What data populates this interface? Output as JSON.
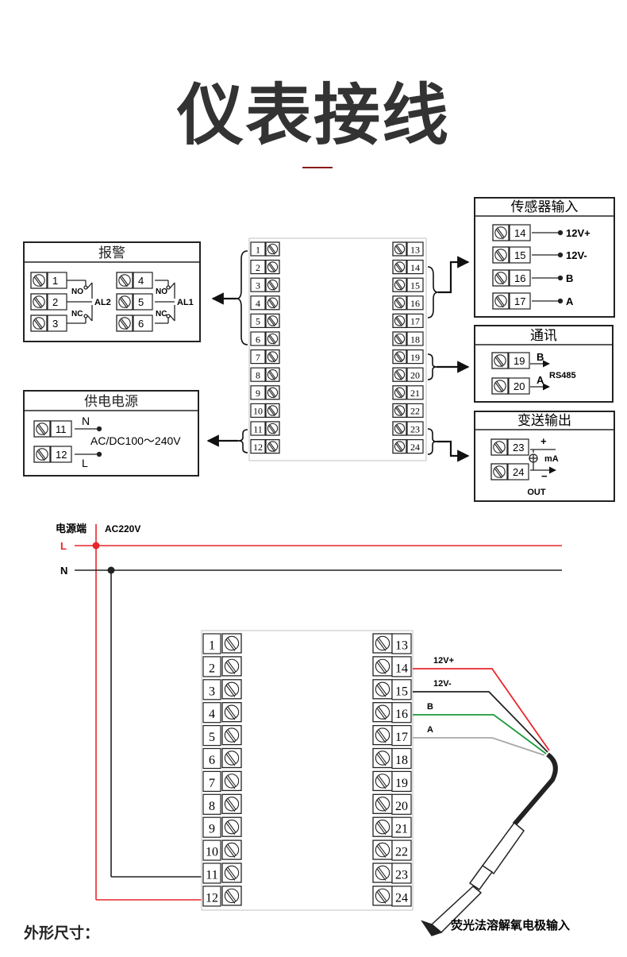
{
  "title": "仪表接线",
  "footer": "外形尺寸：",
  "boxes": {
    "alarm": {
      "title": "报警",
      "al2": "AL2",
      "al1": "AL1",
      "no": "NO",
      "nc": "NC",
      "t1": "1",
      "t2": "2",
      "t3": "3",
      "t4": "4",
      "t5": "5",
      "t6": "6"
    },
    "power": {
      "title": "供电电源",
      "t11": "11",
      "t12": "12",
      "n": "N",
      "l": "L",
      "spec": "AC/DC100～240V"
    },
    "sensor": {
      "title": "传感器输入",
      "t14": "14",
      "t15": "15",
      "t16": "16",
      "t17": "17",
      "s14": "12V+",
      "s15": "12V-",
      "s16": "B",
      "s17": "A"
    },
    "comm": {
      "title": "通讯",
      "t19": "19",
      "t20": "20",
      "b": "B",
      "a": "A",
      "proto": "RS485"
    },
    "output": {
      "title": "变送输出",
      "t23": "23",
      "t24": "24",
      "plus": "+",
      "minus": "−",
      "unit": "mA",
      "out": "OUT"
    }
  },
  "wiring": {
    "source_label": "电源端",
    "voltage": "AC220V",
    "line_l": "L",
    "line_n": "N",
    "wire_labels": [
      "12V+",
      "12V-",
      "B",
      "A"
    ],
    "probe_label": "荧光法溶解氧电极输入"
  },
  "terminals": {
    "left": [
      "1",
      "2",
      "3",
      "4",
      "5",
      "6",
      "7",
      "8",
      "9",
      "10",
      "11",
      "12"
    ],
    "right": [
      "13",
      "14",
      "15",
      "16",
      "17",
      "18",
      "19",
      "20",
      "21",
      "22",
      "23",
      "24"
    ]
  },
  "colors": {
    "title": "#333333",
    "accent": "#8b1a1a",
    "live": "#e8262b",
    "neutral": "#222222",
    "green": "#1a9a3a",
    "gray": "#a8a8a8"
  }
}
